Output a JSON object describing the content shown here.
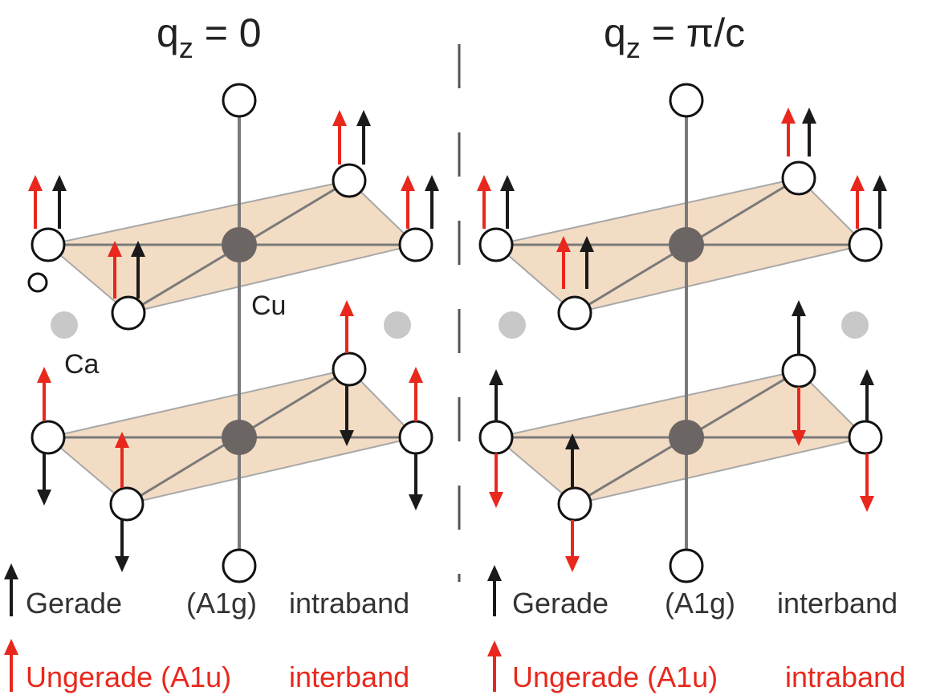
{
  "panels": [
    {
      "title_main": "q",
      "title_sub": "z",
      "title_rest": " = 0",
      "legend": {
        "gerade": "Gerade",
        "gerade_sym": "(A1g)",
        "gerade_band": "intraband",
        "ungerade": "Ungerade (A1u)",
        "ungerade_band": "interband"
      }
    },
    {
      "title_main": "q",
      "title_sub": "z",
      "title_rest": " = π/c",
      "legend": {
        "gerade": "Gerade",
        "gerade_sym": "(A1g)",
        "gerade_band": "interband",
        "ungerade": "Ungerade (A1u)",
        "ungerade_band": "intraband"
      }
    }
  ],
  "atom_labels": {
    "cu": "Cu",
    "ca": "Ca",
    "o": "O"
  },
  "colors": {
    "red_arrow": "#e8281c",
    "black_arrow": "#1a1a1a",
    "plane_fill": "#f3dcc4",
    "cu_atom": "#6b6563",
    "ca_atom": "#c8c8c8",
    "bond": "#7a7a7a"
  }
}
